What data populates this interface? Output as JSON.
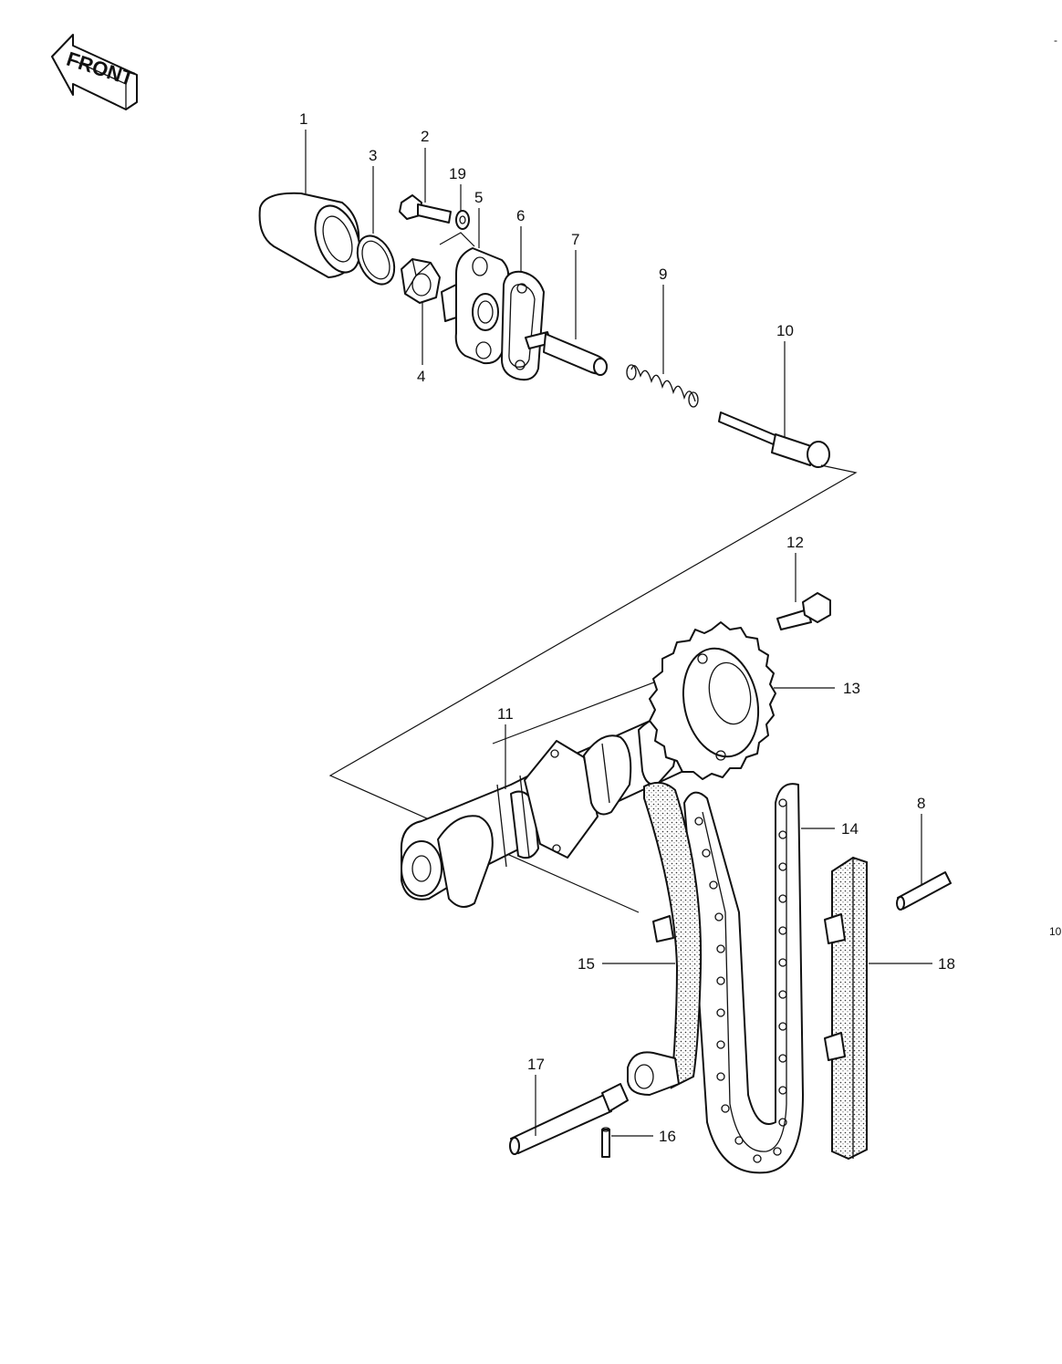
{
  "direction_sign": {
    "label": "FRONT"
  },
  "edge_mark": {
    "text": "10"
  },
  "parts": [
    {
      "id": "p1",
      "number": "1"
    },
    {
      "id": "p2",
      "number": "2"
    },
    {
      "id": "p3",
      "number": "3"
    },
    {
      "id": "p4",
      "number": "4"
    },
    {
      "id": "p5",
      "number": "5"
    },
    {
      "id": "p6",
      "number": "6"
    },
    {
      "id": "p7",
      "number": "7"
    },
    {
      "id": "p8",
      "number": "8"
    },
    {
      "id": "p9",
      "number": "9"
    },
    {
      "id": "p10",
      "number": "10"
    },
    {
      "id": "p11",
      "number": "11"
    },
    {
      "id": "p12",
      "number": "12"
    },
    {
      "id": "p13",
      "number": "13"
    },
    {
      "id": "p14",
      "number": "14"
    },
    {
      "id": "p15",
      "number": "15"
    },
    {
      "id": "p16",
      "number": "16"
    },
    {
      "id": "p17",
      "number": "17"
    },
    {
      "id": "p18",
      "number": "18"
    },
    {
      "id": "p19",
      "number": "19"
    }
  ]
}
